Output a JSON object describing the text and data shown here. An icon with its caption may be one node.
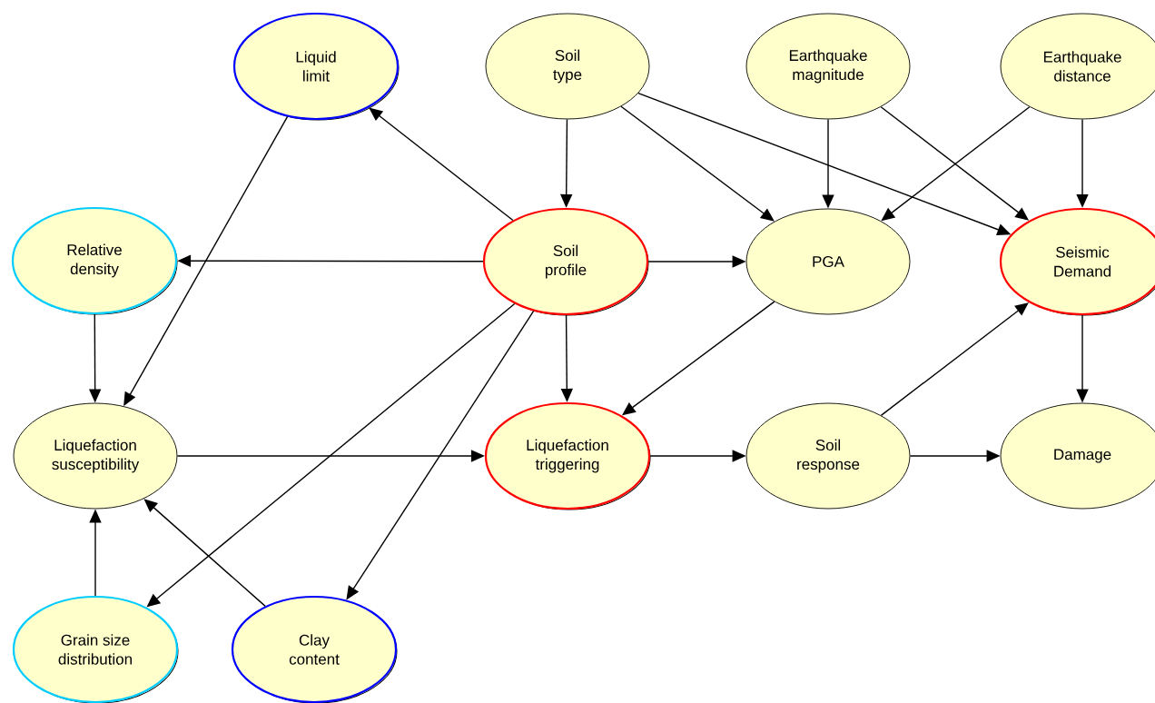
{
  "diagram": {
    "nodes": [
      {
        "text": [
          "Liquid limit"
        ]
      },
      {
        "text": [
          "Soil type"
        ]
      },
      {
        "text": [
          "Earthquake magnitude"
        ]
      },
      {
        "text": [
          "Earthquake distance"
        ]
      },
      {
        "text": [
          "Relative density"
        ]
      },
      {
        "text": [
          "Soil profile"
        ]
      },
      {
        "text": [
          "PGA"
        ]
      },
      {
        "text": [
          "Seismic Demand"
        ]
      },
      {
        "text": [
          "Liquefaction susceptibility"
        ]
      },
      {
        "text": [
          "Liquefaction triggering"
        ]
      },
      {
        "text": [
          "Soil response"
        ]
      },
      {
        "text": [
          "Damage"
        ]
      },
      {
        "text": [
          "Grain size distribution"
        ]
      },
      {
        "text": [
          "Clay content"
        ]
      }
    ],
    "edges": [
      {
        "from": 5,
        "to": 0,
        "arrow": "to"
      },
      {
        "from": 0,
        "to": 8,
        "arrow": "to"
      },
      {
        "from": 5,
        "to": 4,
        "arrow": "to"
      },
      {
        "from": 4,
        "to": 8,
        "arrow": "to"
      },
      {
        "from": 1,
        "to": 5,
        "arrow": "to"
      },
      {
        "from": 1,
        "to": 6,
        "arrow": "to"
      },
      {
        "from": 1,
        "to": 7,
        "arrow": "to"
      },
      {
        "from": 2,
        "to": 6,
        "arrow": "to"
      },
      {
        "from": 2,
        "to": 7,
        "arrow": "to"
      },
      {
        "from": 3,
        "to": 6,
        "arrow": "to"
      },
      {
        "from": 3,
        "to": 7,
        "arrow": "to"
      },
      {
        "from": 5,
        "to": 6,
        "arrow": "to"
      },
      {
        "from": 5,
        "to": 9,
        "arrow": "to"
      },
      {
        "from": 5,
        "to": 12,
        "arrow": "to"
      },
      {
        "from": 5,
        "to": 13,
        "arrow": "to"
      },
      {
        "from": 6,
        "to": 9,
        "arrow": "to"
      },
      {
        "from": 7,
        "to": 11,
        "arrow": "to"
      },
      {
        "from": 8,
        "to": 9,
        "arrow": "to"
      },
      {
        "from": 9,
        "to": 10,
        "arrow": "to"
      },
      {
        "from": 10,
        "to": 11,
        "arrow": "to"
      },
      {
        "from": 10,
        "to": 7,
        "arrow": "to"
      },
      {
        "from": 12,
        "to": 8,
        "arrow": "to"
      },
      {
        "from": 13,
        "to": 8,
        "arrow": "to"
      }
    ]
  }
}
